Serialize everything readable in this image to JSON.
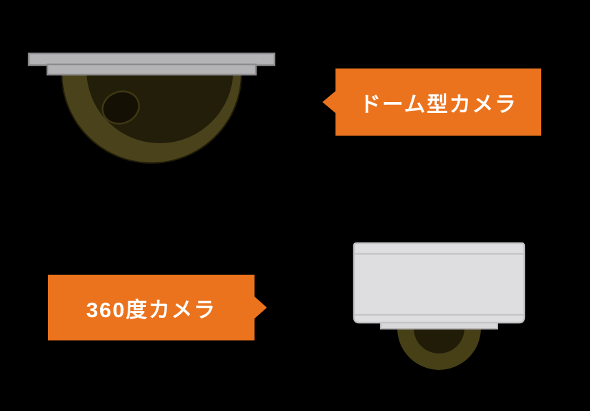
{
  "scene": {
    "background": "#000000",
    "accent_orange": "#EC731D",
    "label_text_color": "#FFFFFF"
  },
  "labels": {
    "dome_camera": {
      "text": "ドーム型カメラ",
      "arrow_direction": "left"
    },
    "camera_360": {
      "text": "360度カメラ",
      "arrow_direction": "right"
    }
  },
  "illustrations": {
    "dome_camera": {
      "name": "ceiling-mounted dome type security camera",
      "colors": {
        "plate": "#B4B4B6",
        "plate_border": "#8D8D8F",
        "dome_outer": "#4A421A",
        "dome_inner": "#221E09",
        "lens": "#141004",
        "lens_ring": "#3E3813"
      }
    },
    "camera_360": {
      "name": "360 degree camera unit with dome lens",
      "colors": {
        "body": "#DEDEE0",
        "body_border": "#C5C5C7",
        "mount_step": "#D8D8DA",
        "dome_outer": "#473F16",
        "dome_inner": "#211C08"
      }
    }
  }
}
